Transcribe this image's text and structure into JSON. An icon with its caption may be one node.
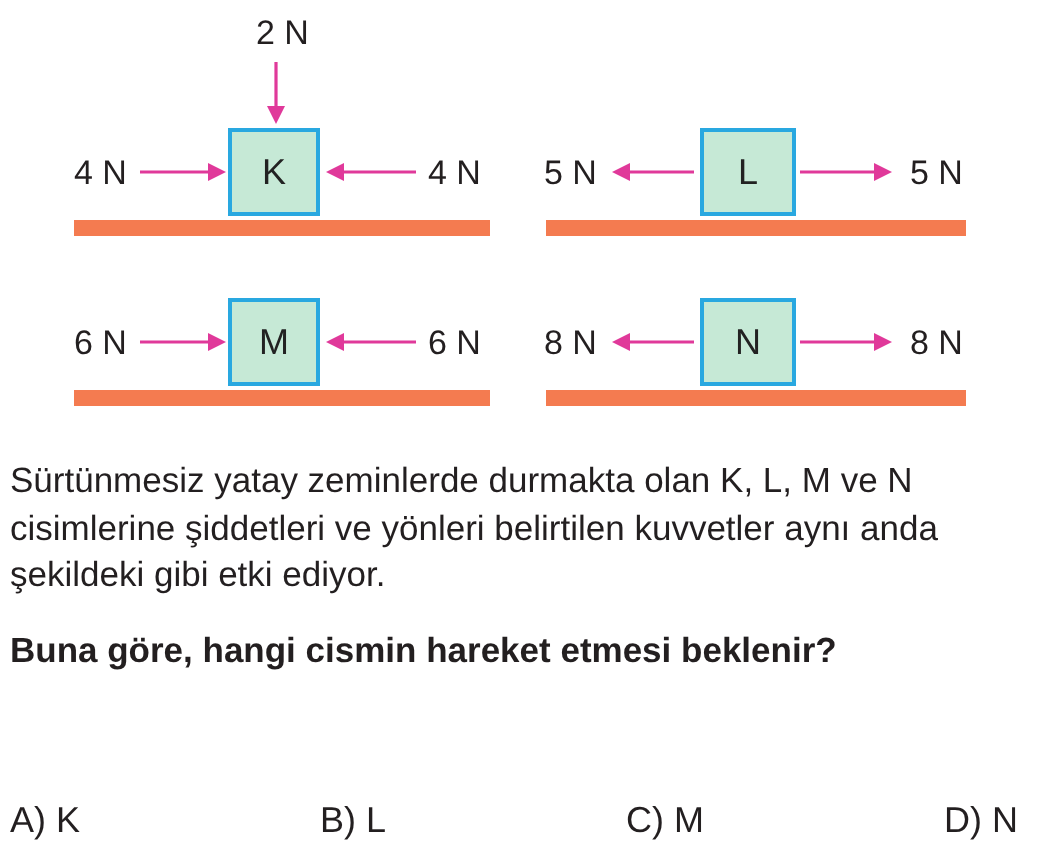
{
  "diagram": {
    "nodes": [
      {
        "text": [
          "K"
        ]
      },
      {
        "text": [
          "L"
        ]
      },
      {
        "text": [
          "M"
        ]
      },
      {
        "text": [
          "N"
        ]
      }
    ],
    "labels": [
      "2 N",
      "4 N",
      "4 N",
      "5 N",
      "5 N",
      "6 N",
      "6 N",
      "8 N",
      "8 N",
      "Sürtünmesiz yatay zeminlerde durmakta olan K, L, M ve N cisimlerine şiddetleri ve yönleri belirtilen kuvvetler aynı anda şekildeki gibi etki ediyor.",
      "Buna göre, hangi cismin hareket etmesi beklenir?",
      "A) K",
      "B) L",
      "C) M",
      "D) N"
    ]
  }
}
